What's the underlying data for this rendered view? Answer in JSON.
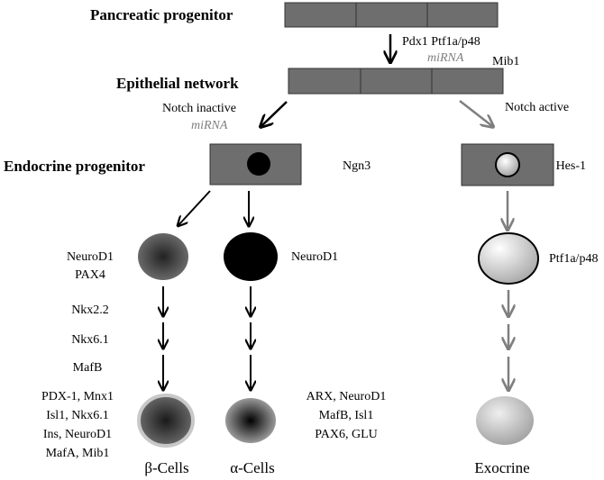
{
  "stage_labels": {
    "pancreatic_progenitor": "Pancreatic progenitor",
    "epithelial_network": "Epithelial network",
    "endocrine_progenitor": "Endocrine progenitor"
  },
  "factors": {
    "pdx1_ptf1a": "Pdx1 Ptf1a/p48",
    "mirna_top": "miRNA",
    "mib1": "Mib1",
    "notch_inactive": "Notch inactive",
    "mirna_left": "miRNA",
    "notch_active": "Notch active",
    "ngn3": "Ngn3",
    "hes1": "Hes-1",
    "beta_early": [
      "NeuroD1",
      "PAX4"
    ],
    "alpha_early": "NeuroD1",
    "exocrine_early": "Ptf1a/p48",
    "beta_mid": [
      "Nkx2.2",
      "Nkx6.1",
      "MafB"
    ],
    "beta_late": [
      "PDX-1, Mnx1",
      "Isl1, Nkx6.1",
      "Ins, NeuroD1",
      "MafA, Mib1"
    ],
    "alpha_late": [
      "ARX, NeuroD1",
      "MafB, Isl1",
      "PAX6, GLU"
    ]
  },
  "cell_types": {
    "beta": "β-Cells",
    "alpha": "α-Cells",
    "exocrine": "Exocrine"
  },
  "colors": {
    "bar_fill": "#6e6e6e",
    "gray_arrow": "#7f7f7f",
    "black_arrow": "#000000",
    "mirna_text": "#7f7f7f"
  }
}
